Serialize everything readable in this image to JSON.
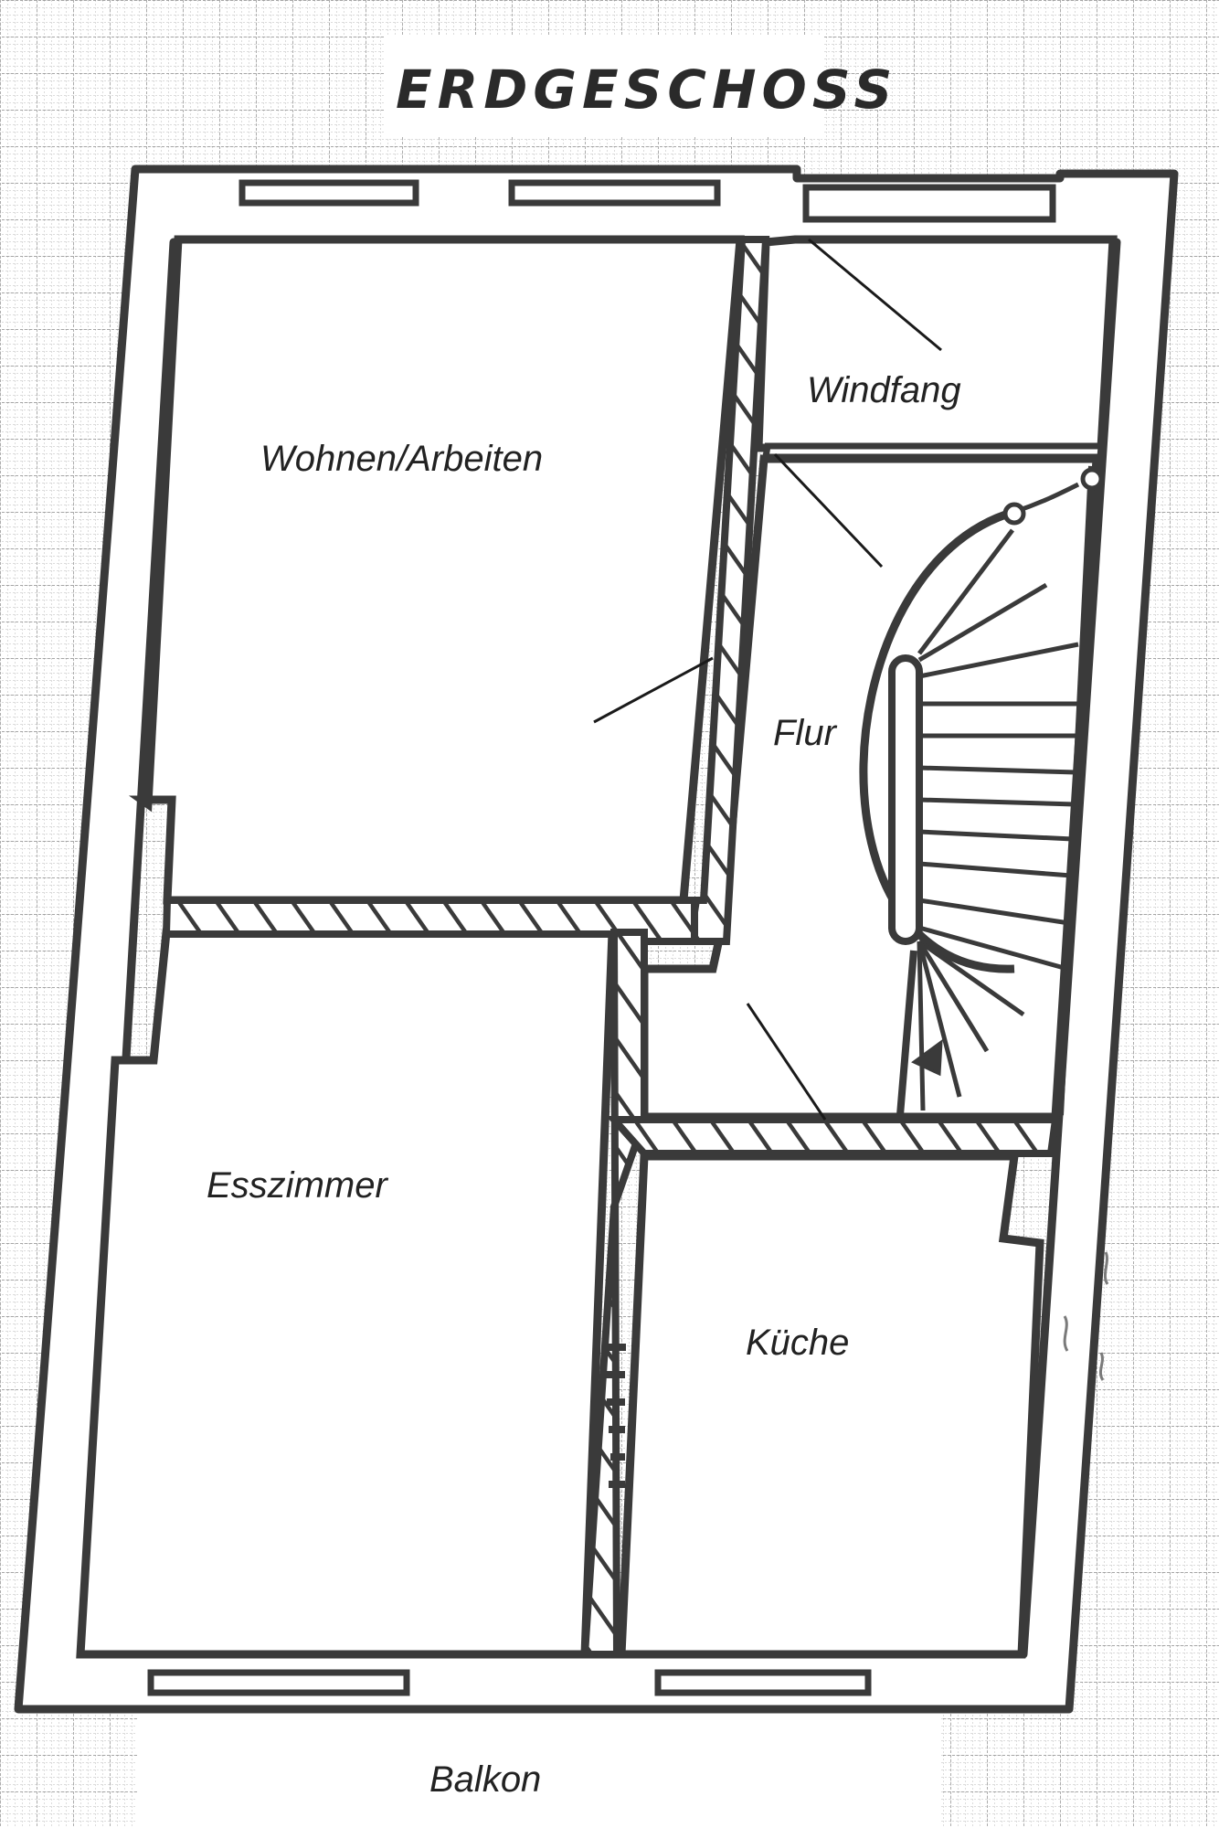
{
  "title": "ERDGESCHOSS",
  "rooms": {
    "wohnen": "Wohnen/Arbeiten",
    "windfang": "Windfang",
    "flur": "Flur",
    "esszimmer": "Esszimmer",
    "kueche": "Küche",
    "balkon": "Balkon"
  },
  "colors": {
    "wall_stroke": "#3a3a3a",
    "hatch": "#3a3a3a",
    "grid": "#9a9a9a",
    "paper": "#ffffff"
  }
}
